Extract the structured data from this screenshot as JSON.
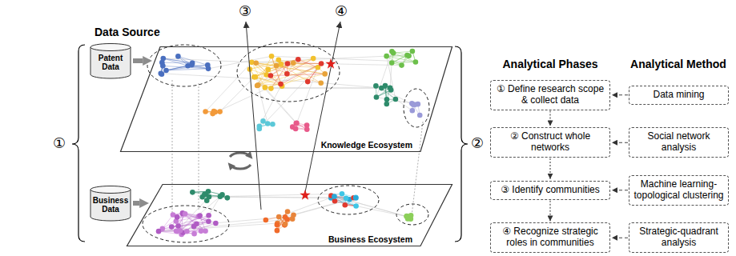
{
  "diagram": {
    "nodes": [
      {
        "text": [
          "Patent Data"
        ]
      },
      {
        "text": [
          "Business Data"
        ]
      },
      {
        "text": [
          "Knowledge Ecosystem"
        ]
      },
      {
        "text": [
          "Business Ecosystem"
        ]
      },
      {
        "text": [
          "① Define research scope & collect data"
        ]
      },
      {
        "text": [
          "② Construct whole networks"
        ]
      },
      {
        "text": [
          "③ Identify communities"
        ]
      },
      {
        "text": [
          "④ Recognize strategic roles in communities"
        ]
      },
      {
        "text": [
          "Data mining"
        ]
      },
      {
        "text": [
          "Social network analysis"
        ]
      },
      {
        "text": [
          "Machine learning-topological clustering"
        ]
      },
      {
        "text": [
          "Strategic-quadrant analysis"
        ]
      }
    ],
    "edges": [
      {
        "from": 0,
        "to": 2,
        "arrow": "to"
      },
      {
        "from": 1,
        "to": 3,
        "arrow": "to"
      },
      {
        "from": 4,
        "to": 5,
        "arrow": "to"
      },
      {
        "from": 5,
        "to": 6,
        "arrow": "to"
      },
      {
        "from": 6,
        "to": 7,
        "arrow": "to"
      },
      {
        "from": 8,
        "to": 4,
        "arrow": "to"
      },
      {
        "from": 9,
        "to": 5,
        "arrow": "to"
      },
      {
        "from": 10,
        "to": 6,
        "arrow": "to"
      },
      {
        "from": 11,
        "to": 7,
        "arrow": "to"
      }
    ],
    "labels": [
      "Data Source",
      "①",
      "②",
      "③",
      "④",
      "Analytical Phases",
      "Analytical Method"
    ]
  }
}
